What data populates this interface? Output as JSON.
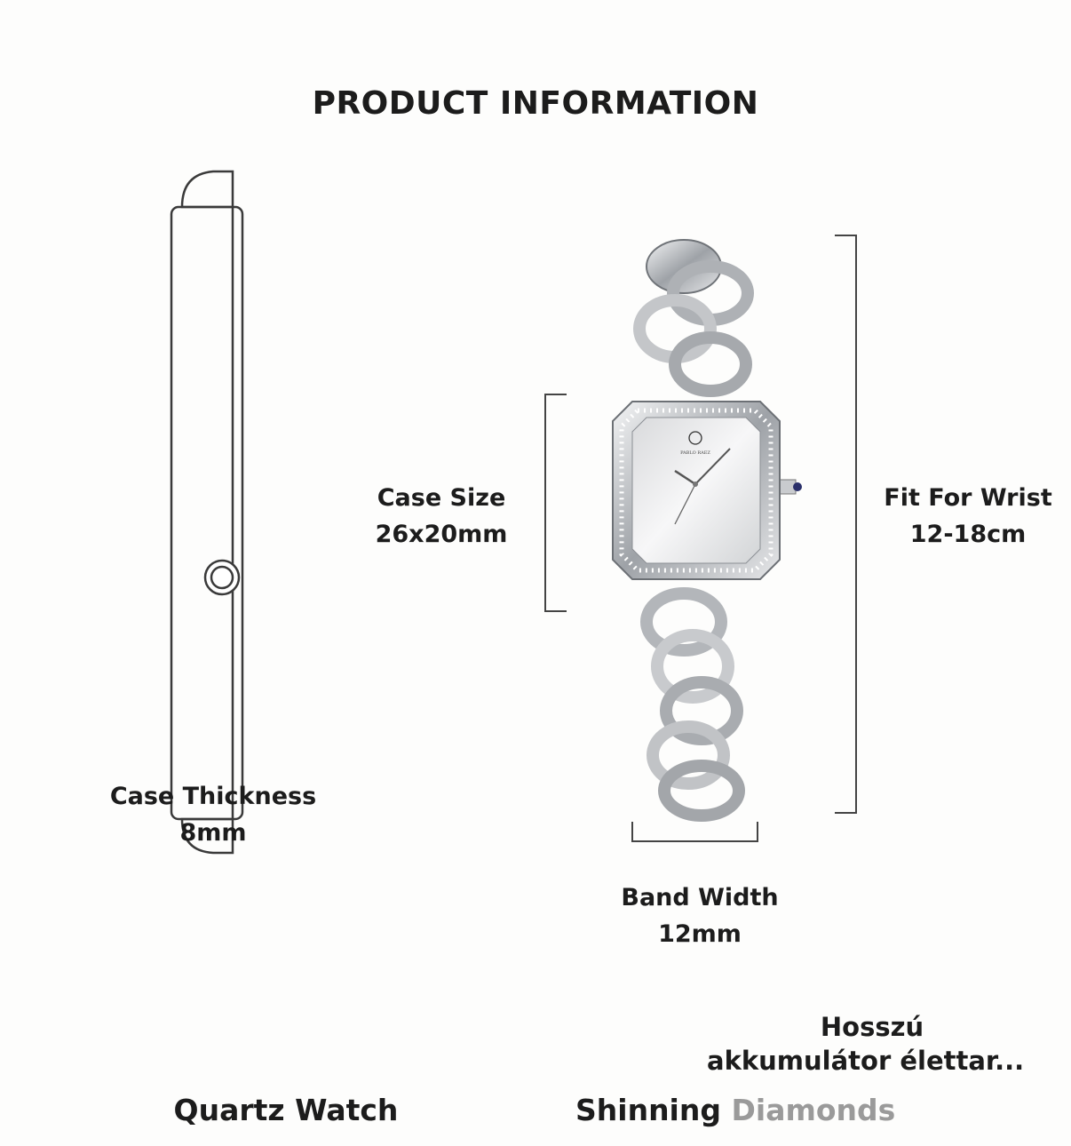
{
  "title": "PRODUCT INFORMATION",
  "case_size": {
    "label": "Case Size",
    "value": "26x20mm"
  },
  "fit_for_wrist": {
    "label": "Fit For Wrist",
    "value": "12-18cm"
  },
  "case_thickness": {
    "label": "Case Thickness",
    "value": "8mm"
  },
  "band_width": {
    "label": "Band Width",
    "value": "12mm"
  },
  "watch_brand": "PABLO RAEZ",
  "features": {
    "quartz": "Quartz Watch",
    "shinning": "Shinning",
    "diamonds": "Diamonds",
    "battery_line1": "Hosszú",
    "battery_line2": "akkumulátor élettar..."
  },
  "colors": {
    "text": "#1c1c1c",
    "steel": "#b9bcc0",
    "faded": "#9a9a9a"
  }
}
